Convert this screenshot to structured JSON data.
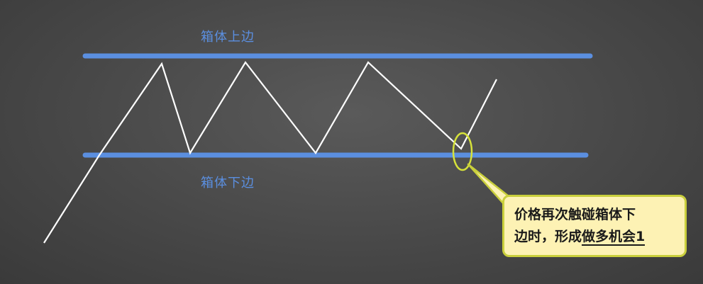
{
  "labels": {
    "upper_band": "箱体上边",
    "lower_band": "箱体下边"
  },
  "callout": {
    "line1": "价格再次触碰箱体下",
    "line2_prefix": "边时，形成",
    "line2_emphasis": "做多机会1"
  },
  "colors": {
    "band": "#5b8fe0",
    "price_line": "#ffffff",
    "highlight": "#d6e23a",
    "callout_fill": "#fdf2b4",
    "callout_border": "#c9cf3c"
  }
}
